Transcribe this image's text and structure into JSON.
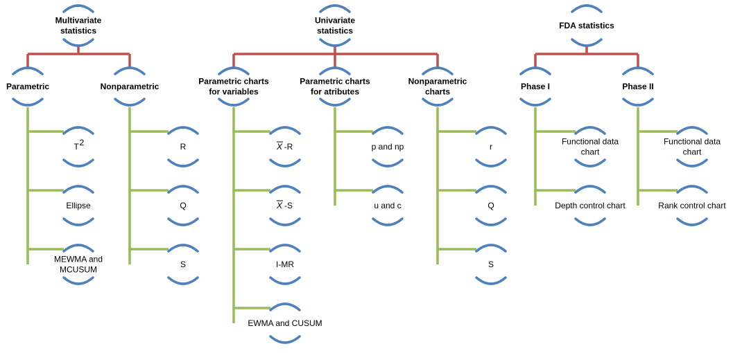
{
  "colors": {
    "root_connector": "#c0504d",
    "branch_connector": "#9bbb59",
    "node_bracket": "#4f81bd",
    "text": "#000000"
  },
  "diagram": {
    "groups": [
      {
        "id": "multivariate",
        "root": {
          "lines": [
            "Multivariate",
            "statistics"
          ]
        },
        "categories": [
          {
            "id": "parametric",
            "label": [
              "Parametric"
            ],
            "items": [
              {
                "id": "t2",
                "lines": [
                  "T",
                  "2"
                ],
                "superscript": true
              },
              {
                "id": "ellipse",
                "lines": [
                  "Ellipse"
                ]
              },
              {
                "id": "mewma",
                "lines": [
                  "MEWMA and",
                  "MCUSUM"
                ]
              }
            ]
          },
          {
            "id": "nonparametric-mv",
            "label": [
              "Nonparametric"
            ],
            "items": [
              {
                "id": "r",
                "lines": [
                  "R"
                ]
              },
              {
                "id": "q",
                "lines": [
                  "Q"
                ]
              },
              {
                "id": "s",
                "lines": [
                  "S"
                ]
              }
            ]
          }
        ]
      },
      {
        "id": "univariate",
        "root": {
          "lines": [
            "Univariate",
            "statistics"
          ]
        },
        "categories": [
          {
            "id": "param-variables",
            "label": [
              "Parametric charts",
              "for variables"
            ],
            "items": [
              {
                "id": "xbar-r",
                "lines": [
                  "X",
                  "-R"
                ],
                "overbar": true
              },
              {
                "id": "xbar-s",
                "lines": [
                  "X",
                  "-S"
                ],
                "overbar": true
              },
              {
                "id": "i-mr",
                "lines": [
                  "I-MR"
                ]
              },
              {
                "id": "ewma-cusum",
                "lines": [
                  "EWMA and CUSUM"
                ]
              }
            ]
          },
          {
            "id": "param-attributes",
            "label": [
              "Parametric charts",
              "for atributes"
            ],
            "items": [
              {
                "id": "p-np",
                "lines": [
                  "p and np"
                ]
              },
              {
                "id": "u-c",
                "lines": [
                  "u and c"
                ]
              }
            ]
          },
          {
            "id": "nonparametric-uv",
            "label": [
              "Nonparametric",
              "charts"
            ],
            "items": [
              {
                "id": "r-lower",
                "lines": [
                  "r"
                ]
              },
              {
                "id": "q-uv",
                "lines": [
                  "Q"
                ]
              },
              {
                "id": "s-uv",
                "lines": [
                  "S"
                ]
              }
            ]
          }
        ]
      },
      {
        "id": "fda",
        "root": {
          "lines": [
            "FDA statistics"
          ]
        },
        "categories": [
          {
            "id": "phase-1",
            "label": [
              "Phase I"
            ],
            "items": [
              {
                "id": "functional-1",
                "lines": [
                  "Functional data",
                  "chart"
                ]
              },
              {
                "id": "depth-control",
                "lines": [
                  "Depth control chart"
                ]
              }
            ]
          },
          {
            "id": "phase-2",
            "label": [
              "Phase II"
            ],
            "items": [
              {
                "id": "functional-2",
                "lines": [
                  "Functional data",
                  "chart"
                ]
              },
              {
                "id": "rank-control",
                "lines": [
                  "Rank control chart"
                ]
              }
            ]
          }
        ]
      }
    ]
  }
}
